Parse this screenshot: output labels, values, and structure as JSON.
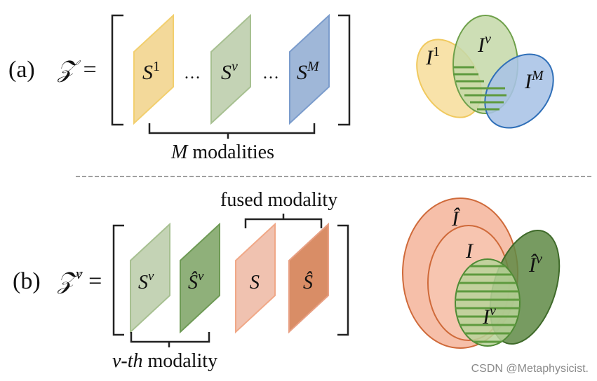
{
  "colors": {
    "yellow_fill": "#f3d99a",
    "yellow_stroke": "#f2cf6e",
    "green_fill": "#c4d3b5",
    "green_stroke": "#a7c091",
    "blue_fill": "#9fb7d8",
    "blue_stroke": "#7b9ccc",
    "dark_green_fill": "#7fa36a",
    "dark_green_stroke": "#4e7a35",
    "salmon_fill": "#f3b9a0",
    "salmon_stroke": "#e8a084",
    "orange_fill": "#e49a74",
    "orange_stroke": "#d0784e",
    "hatch": "#5e9a3e",
    "divider": "#a0a0a0"
  },
  "panel_a": {
    "label": "(a)",
    "lhs": "𝒵 =",
    "slices": [
      "S",
      "S",
      "S"
    ],
    "slice_sups": [
      "1",
      "v",
      "M"
    ],
    "ellipsis_1": "…",
    "ellipsis_2": "…",
    "brace_label_var": "M",
    "brace_label_text": " modalities",
    "venn": [
      {
        "base": "I",
        "sup": "1"
      },
      {
        "base": "I",
        "sup": "v"
      },
      {
        "base": "I",
        "sup": "M"
      }
    ]
  },
  "panel_b": {
    "label": "(b)",
    "lhs_base": "𝒵",
    "lhs_sup": "v",
    "lhs_eq": " =",
    "slices": [
      {
        "base": "S",
        "sup": "v"
      },
      {
        "base": "Ŝ",
        "sup": "v"
      },
      {
        "base": "S",
        "sup": ""
      },
      {
        "base": "Ŝ",
        "sup": ""
      }
    ],
    "top_brace_label": "fused modality",
    "bottom_brace_label_it": "v-th",
    "bottom_brace_label_text": " modality",
    "venn": [
      {
        "base": "Î",
        "sup": ""
      },
      {
        "base": "I",
        "sup": ""
      },
      {
        "base": "Î",
        "sup": "v"
      },
      {
        "base": "I",
        "sup": "v"
      }
    ]
  },
  "watermark": "CSDN @Metaphysicist."
}
